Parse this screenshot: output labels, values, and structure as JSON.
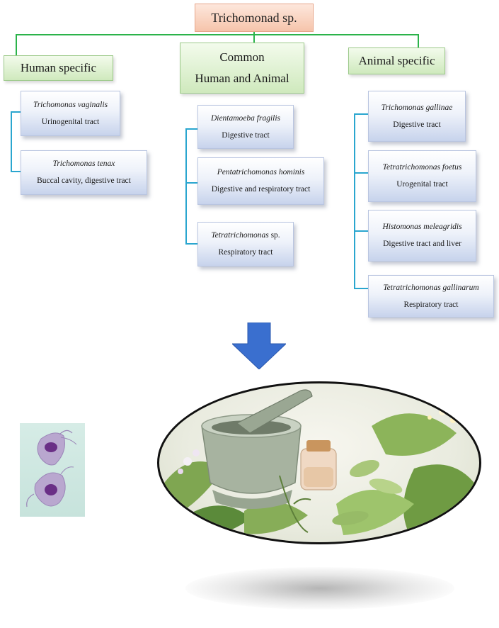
{
  "root": {
    "label": "Trichomonad sp."
  },
  "categories": {
    "human": {
      "label": "Human specific"
    },
    "common": {
      "label_line1": "Common",
      "label_line2": "Human and Animal"
    },
    "animal": {
      "label": "Animal specific"
    }
  },
  "human_species": [
    {
      "name": "Trichomonas vaginalis",
      "habitat": "Urinogenital tract"
    },
    {
      "name": "Trichomonas tenax",
      "habitat": "Buccal cavity, digestive tract"
    }
  ],
  "common_species": [
    {
      "name": "Dientamoeba fragilis",
      "habitat": "Digestive tract"
    },
    {
      "name": "Pentatrichomonas hominis",
      "habitat": "Digestive and respiratory tract"
    },
    {
      "name": "Tetratrichomonas",
      "name_suffix": " sp.",
      "habitat": "Respiratory tract"
    }
  ],
  "animal_species": [
    {
      "name": "Trichomonas gallinae",
      "habitat": "Digestive tract"
    },
    {
      "name": "Tetratrichomonas foetus",
      "habitat": "Urogenital tract"
    },
    {
      "name": "Histomonas meleagridis",
      "habitat": "Digestive tract and liver"
    },
    {
      "name": "Tetratrichomonas gallinarum",
      "habitat": "Respiratory tract"
    }
  ],
  "colors": {
    "connector_green": "#2bb34a",
    "connector_blue": "#2aa6cf",
    "arrow_blue": "#3a6fcf"
  },
  "images": {
    "micrograph": "trichomonad-micrograph-image",
    "herbs": "mortar-pestle-herbs-photo"
  }
}
